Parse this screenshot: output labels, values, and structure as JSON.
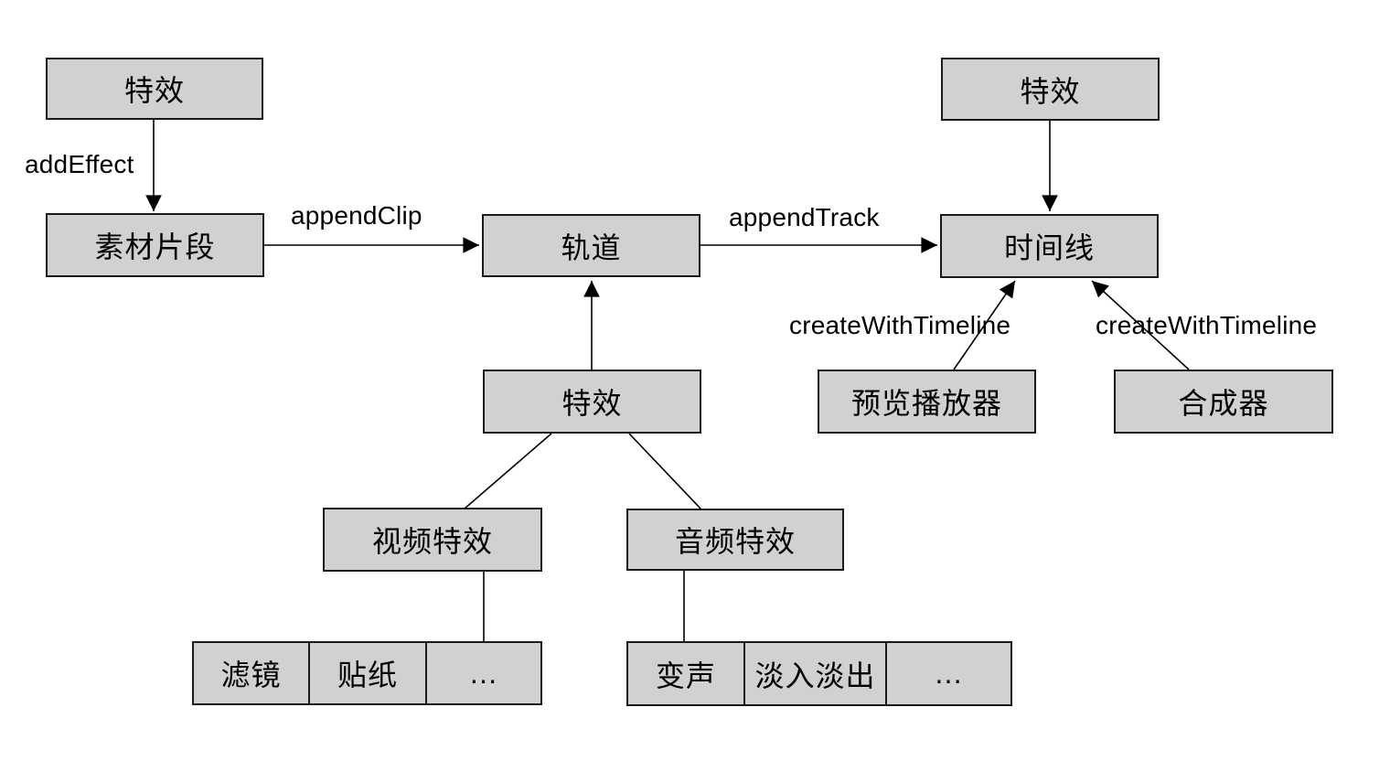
{
  "diagram": {
    "colors": {
      "background": "#ffffff",
      "node_fill": "#d1d1d1",
      "node_border": "#1a1a1a",
      "text": "#000000"
    },
    "nodes": {
      "effect_top_left": "特效",
      "material_clip": "素材片段",
      "track": "轨道",
      "timeline": "时间线",
      "effect_top_right": "特效",
      "effect_mid": "特效",
      "preview_player": "预览播放器",
      "compositor": "合成器",
      "video_effect": "视频特效",
      "audio_effect": "音频特效"
    },
    "video_effect_items": [
      "滤镜",
      "贴纸",
      "…"
    ],
    "audio_effect_items": [
      "变声",
      "淡入淡出",
      "…"
    ],
    "edge_labels": {
      "add_effect": "addEffect",
      "append_clip": "appendClip",
      "append_track": "appendTrack",
      "create_with_timeline_left": "createWithTimeline",
      "create_with_timeline_right": "createWithTimeline"
    }
  }
}
